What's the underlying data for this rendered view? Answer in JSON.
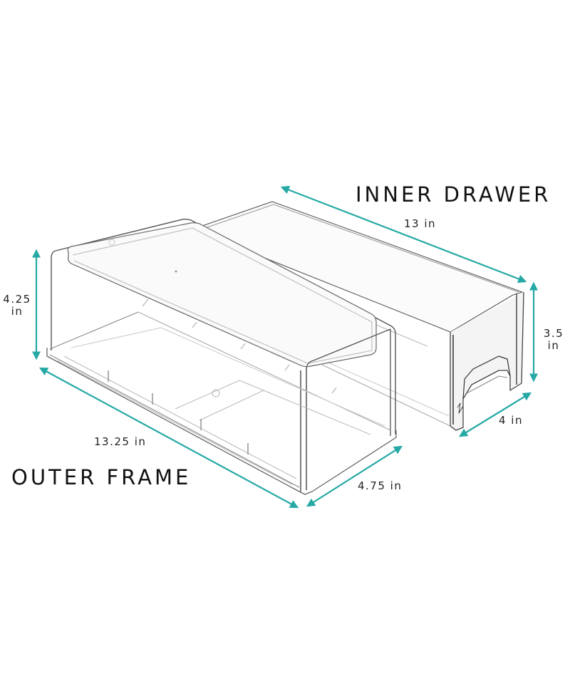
{
  "diagram": {
    "type": "product-dimension-diagram",
    "accent_color": "#26A9A5",
    "background": "#ffffff",
    "components": [
      {
        "id": "inner-drawer",
        "label": "INNER DRAWER",
        "dimensions": {
          "length": {
            "value": "13",
            "unit": "in",
            "text": "13 in"
          },
          "height": {
            "value": "3.5",
            "unit": "in",
            "text_value": "3.5",
            "text_unit": "in"
          },
          "width": {
            "value": "4",
            "unit": "in",
            "text": "4 in"
          }
        }
      },
      {
        "id": "outer-frame",
        "label": "OUTER FRAME",
        "dimensions": {
          "length": {
            "value": "13.25",
            "unit": "in",
            "text": "13.25 in"
          },
          "height": {
            "value": "4.25",
            "unit": "in",
            "text_value": "4.25",
            "text_unit": "in"
          },
          "width": {
            "value": "4.75",
            "unit": "in",
            "text": "4.75 in"
          }
        }
      }
    ]
  }
}
